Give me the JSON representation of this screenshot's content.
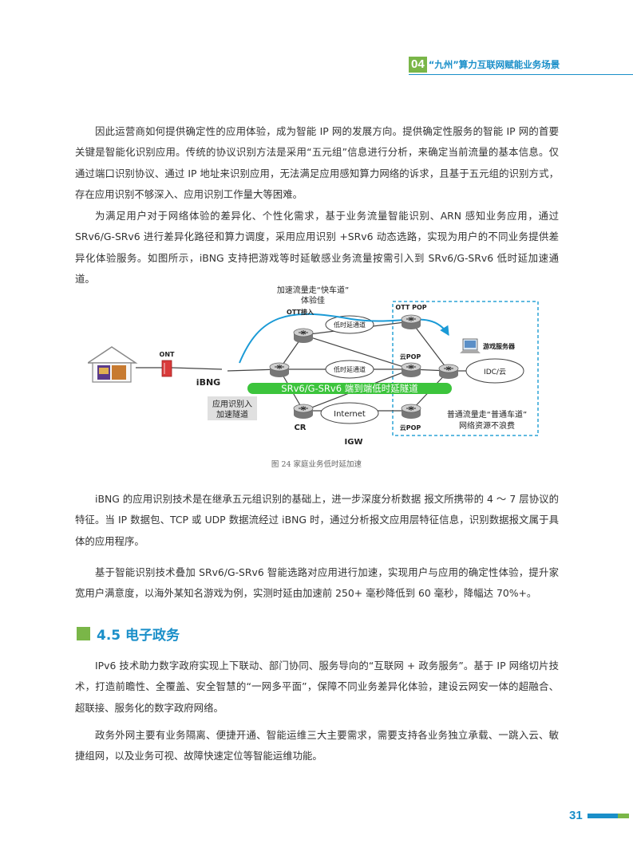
{
  "header": {
    "chapter_num": "04",
    "chapter_title": "“九州”算力互联网赋能业务场景"
  },
  "paragraphs": [
    "因此运营商如何提供确定性的应用体验，成为智能 IP 网的发展方向。提供确定性服务的智能 IP 网的首要关键是智能化识别应用。传统的协议识别方法是采用“五元组”信息进行分析，来确定当前流量的基本信息。仅通过端口识别协议、通过 IP 地址来识别应用，无法满足应用感知算力网络的诉求，且基于五元组的识别方式，存在应用识别不够深入、应用识别工作量大等困难。",
    "为满足用户对于网络体验的差异化、个性化需求，基于业务流量智能识别、ARN 感知业务应用，通过 SRv6/G-SRv6 进行差异化路径和算力调度，采用应用识别 +SRv6 动态选路，实现为用户的不同业务提供差异化体验服务。如图所示，iBNG 支持把游戏等时延敏感业务流量按需引入到 SRv6/G-SRv6 低时延加速通道。",
    "iBNG 的应用识别技术是在继承五元组识别的基础上，进一步深度分析数据 报文所携带的 4 ～ 7 层协议的特征。当 IP 数据包、TCP 或 UDP 数据流经过 iBNG 时，通过分析报文应用层特征信息，识别数据报文属于具体的应用程序。",
    "基于智能识别技术叠加 SRv6/G-SRv6 智能选路对应用进行加速，实现用户与应用的确定性体验，提升家宽用户满意度，以海外某知名游戏为例，实测时延由加速前 250+ 毫秒降低到 60 毫秒，降幅达 70%+。",
    "IPv6 技术助力数字政府实现上下联动、部门协同、服务导向的“互联网 + 政务服务”。基于 IP 网络切片技术，打造前瞻性、全覆盖、安全智慧的“一网多平面”，保障不同业务差异化体验，建设云网安一体的超融合、超联接、服务化的数字政府网络。",
    "政务外网主要有业务隔离、便捷开通、智能运维三大主要需求，需要支持各业务独立承载、一跳入云、敏捷组网，以及业务可视、故障快速定位等智能运维功能。"
  ],
  "figure": {
    "fast_lane_line1": "加速流量走“快车道”",
    "fast_lane_line2": "体验佳",
    "ott_access": "OTT接入",
    "ott_pop": "OTT POP",
    "ont": "ONT",
    "ibng": "iBNG",
    "low_latency_top": "低时延通道",
    "low_latency_mid": "低时延通道",
    "cloud_pop_mid": "云POP",
    "game_server": "游戏服务器",
    "idc": "IDC/云",
    "srv6_tunnel": "SRv6/G-SRv6 端到端低时延隧道",
    "app_id_line1": "应用识别入",
    "app_id_line2": "加速隧道",
    "internet": "Internet",
    "cr": "CR",
    "cloud_pop_bottom": "云POP",
    "normal_lane_line1": "普通流量走“普通车道”",
    "normal_lane_line2": "网络资源不浪费",
    "igw": "IGW"
  },
  "caption": "图 24 家庭业务低时延加速",
  "section": {
    "title": "4.5 电子政务"
  },
  "page_number": "31",
  "colors": {
    "accent_blue": "#1a8fc9",
    "accent_green": "#7ab648",
    "tunnel_green": "#3cc43c",
    "dashed_box": "#2ba3d6"
  }
}
